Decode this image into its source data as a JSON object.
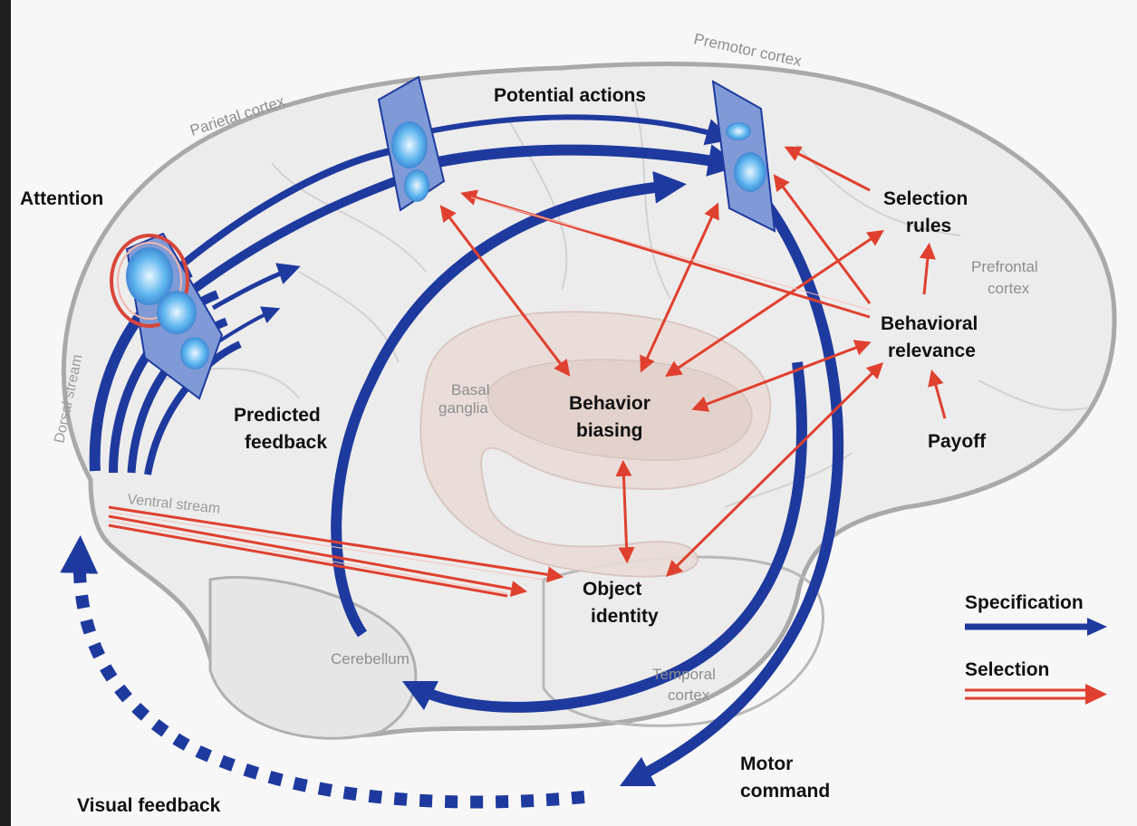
{
  "labels": {
    "premotor_cortex": "Premotor cortex",
    "potential_actions": "Potential actions",
    "parietal_cortex": "Parietal cortex",
    "attention": "Attention",
    "selection_rules_1": "Selection",
    "selection_rules_2": "rules",
    "prefrontal_cortex_1": "Prefrontal",
    "prefrontal_cortex_2": "cortex",
    "behavioral_relevance_1": "Behavioral",
    "behavioral_relevance_2": "relevance",
    "dorsal_stream": "Dorsal stream",
    "predicted_feedback_1": "Predicted",
    "predicted_feedback_2": "feedback",
    "basal_ganglia_1": "Basal",
    "basal_ganglia_2": "ganglia",
    "behavior_biasing_1": "Behavior",
    "behavior_biasing_2": "biasing",
    "payoff": "Payoff",
    "ventral_stream": "Ventral stream",
    "object_identity_1": "Object",
    "object_identity_2": "identity",
    "cerebellum": "Cerebellum",
    "temporal_cortex_1": "Temporal",
    "temporal_cortex_2": "cortex",
    "motor_command_1": "Motor",
    "motor_command_2": "command",
    "visual_feedback": "Visual feedback"
  },
  "legend": {
    "specification": "Specification",
    "selection": "Selection"
  },
  "colors": {
    "specification": "#1f3a9e",
    "selection": "#e0402f",
    "brain_fill": "#ececec",
    "brain_outline": "#a9a9a9",
    "basal_ganglia": "#eadcd7",
    "background": "#1f1f1f"
  }
}
